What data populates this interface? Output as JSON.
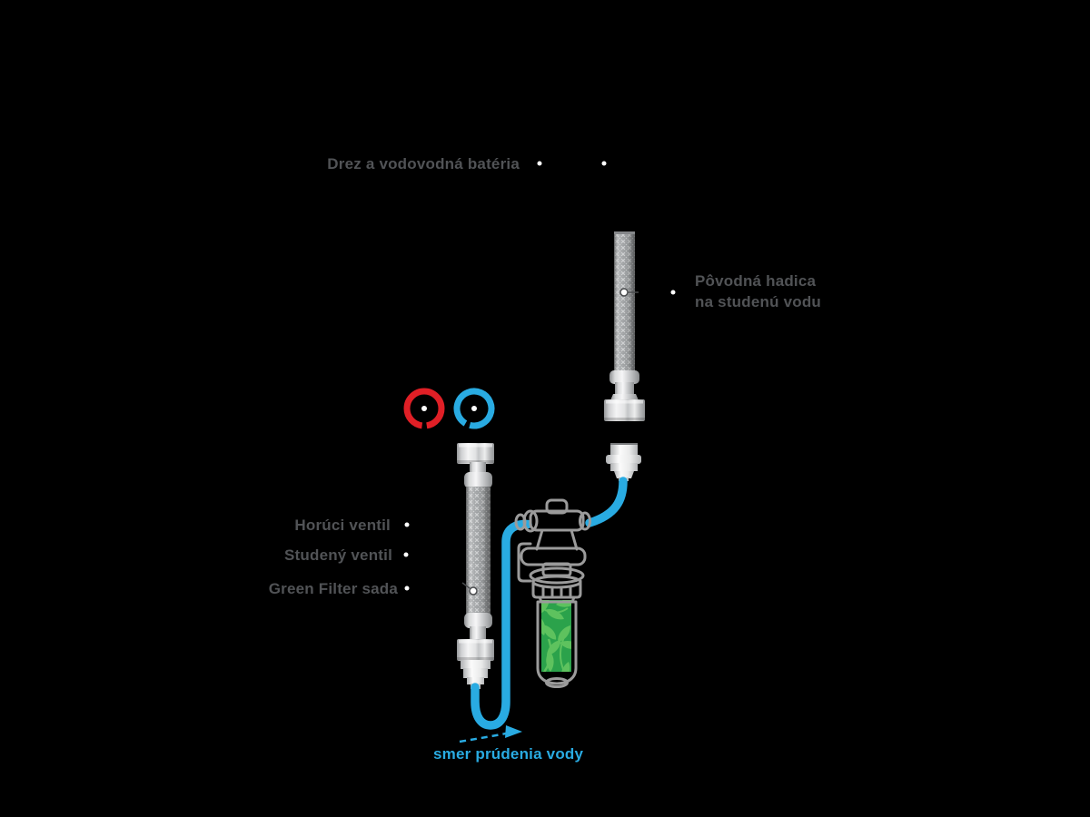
{
  "labels": {
    "sink": "Drez a vodovodná batéria",
    "original_hose": [
      "Pôvodná hadica",
      "na studenú vodu"
    ],
    "hot_valve": "Horúci ventil",
    "cold_valve": "Studený ventil",
    "filter_set": "Green Filter sada",
    "flow_direction": "smer prúdenia vody"
  },
  "colors": {
    "background": "#000000",
    "label_text": "#515356",
    "hot_valve_ring": "#e01f26",
    "cold_valve_ring": "#29abe2",
    "water_tube": "#29abe2",
    "flow_text": "#29abe2",
    "line_art_gray": "#9b9b9b",
    "braid_gray": "#c9cccd",
    "filter_label_green": "#2ba24b",
    "filter_leaf_green": "#5ec25e",
    "hotspot_dot": "#ffffff"
  }
}
